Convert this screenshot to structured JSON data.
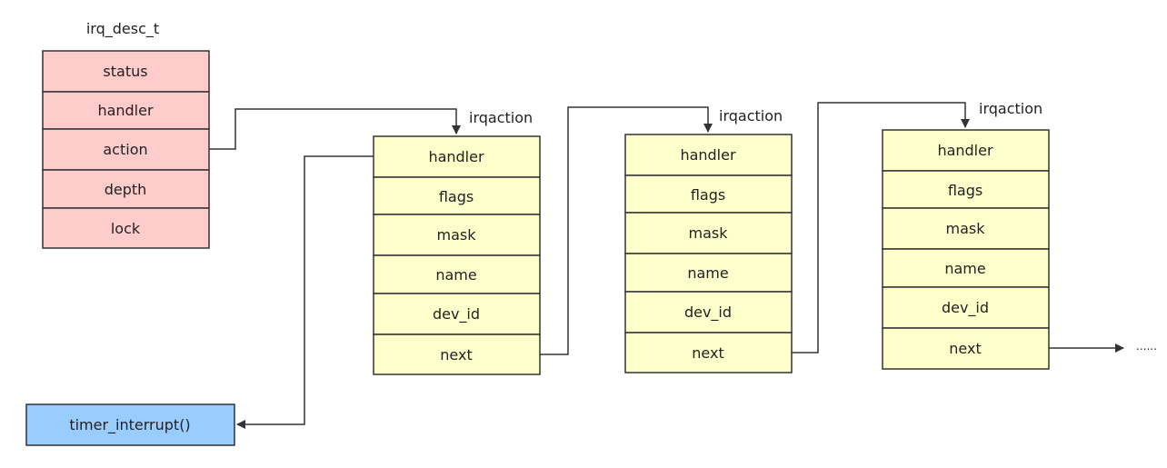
{
  "colors": {
    "desc_fill": "#ffcccc",
    "action_fill": "#ffffcc",
    "func_fill": "#99ccff",
    "stroke": "#333333"
  },
  "irq_desc": {
    "title": "irq_desc_t",
    "fields": [
      "status",
      "handler",
      "action",
      "depth",
      "lock"
    ]
  },
  "irqactions": [
    {
      "title": "irqaction",
      "fields": [
        "handler",
        "flags",
        "mask",
        "name",
        "dev_id",
        "next"
      ]
    },
    {
      "title": "irqaction",
      "fields": [
        "handler",
        "flags",
        "mask",
        "name",
        "dev_id",
        "next"
      ]
    },
    {
      "title": "irqaction",
      "fields": [
        "handler",
        "flags",
        "mask",
        "name",
        "dev_id",
        "next"
      ]
    }
  ],
  "handler_function": {
    "label": "timer_interrupt()"
  },
  "continuation": {
    "label": "......"
  }
}
